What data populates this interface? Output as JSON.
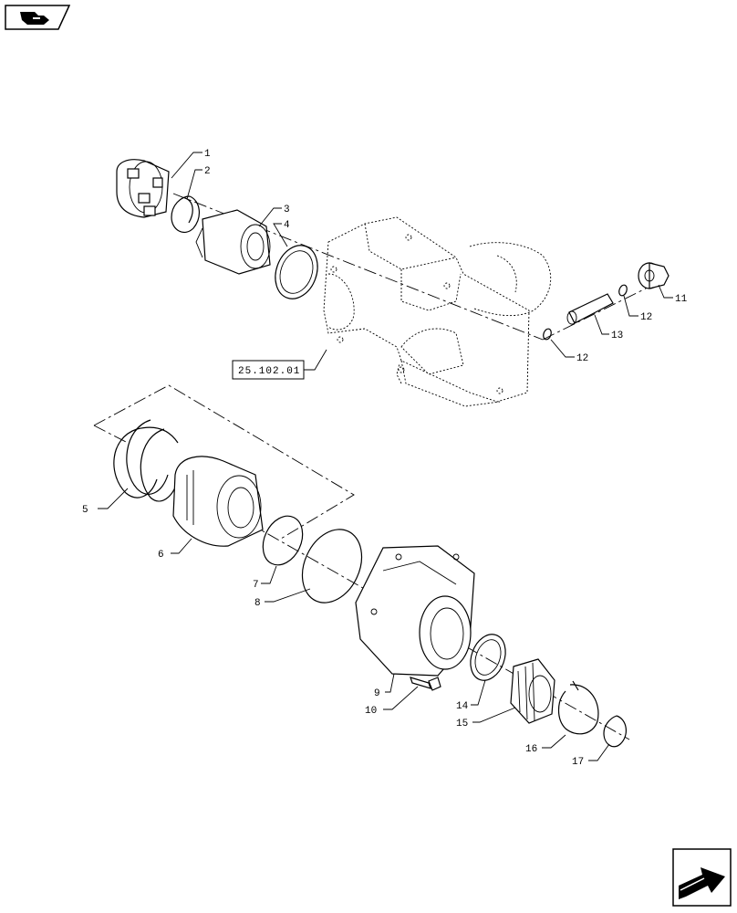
{
  "ref_label": "25.102.01",
  "callouts": [
    {
      "id": "c1",
      "num": "1"
    },
    {
      "id": "c2",
      "num": "2"
    },
    {
      "id": "c3",
      "num": "3"
    },
    {
      "id": "c4",
      "num": "4"
    },
    {
      "id": "c5",
      "num": "5"
    },
    {
      "id": "c6",
      "num": "6"
    },
    {
      "id": "c7",
      "num": "7"
    },
    {
      "id": "c8",
      "num": "8"
    },
    {
      "id": "c9",
      "num": "9"
    },
    {
      "id": "c10",
      "num": "10"
    },
    {
      "id": "c11",
      "num": "11"
    },
    {
      "id": "c12a",
      "num": "12"
    },
    {
      "id": "c12b",
      "num": "12"
    },
    {
      "id": "c13",
      "num": "13"
    },
    {
      "id": "c14",
      "num": "14"
    },
    {
      "id": "c15",
      "num": "15"
    },
    {
      "id": "c16",
      "num": "16"
    },
    {
      "id": "c17",
      "num": "17"
    }
  ],
  "icons": {
    "top_left": "catalog-tab-icon",
    "bottom_right": "next-page-arrow-icon"
  }
}
